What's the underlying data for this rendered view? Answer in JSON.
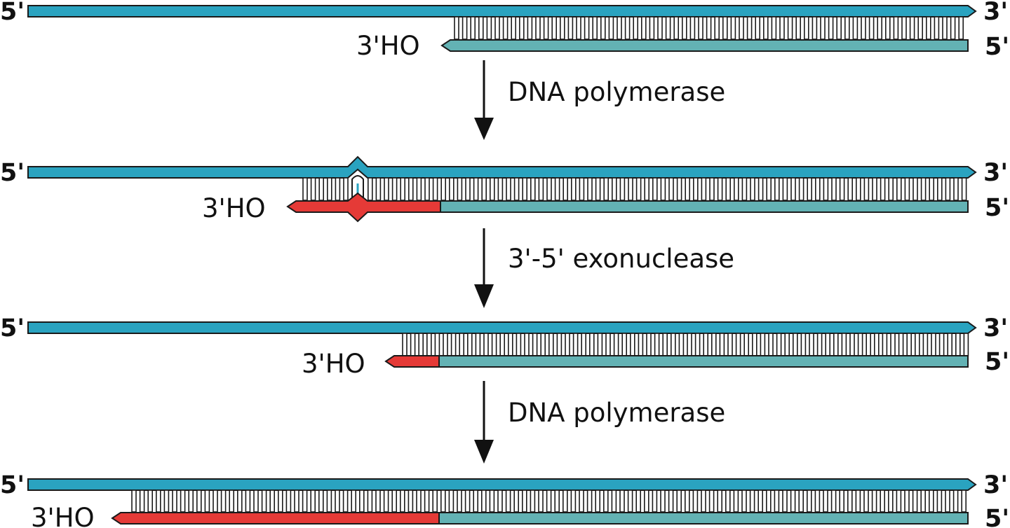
{
  "colors": {
    "template_strand": "#2aa3c0",
    "primer_strand": "#63b2b4",
    "new_synthesis": "#e53a37",
    "outline": "#1a1a1a",
    "arrow": "#111111"
  },
  "end_labels": {
    "five_prime": "5'",
    "three_prime": "3'",
    "three_prime_oh": "3'HO"
  },
  "steps": [
    {
      "label": "DNA polymerase"
    },
    {
      "label": "3'-5' exonuclease"
    },
    {
      "label": "DNA polymerase"
    }
  ],
  "panels": [
    {
      "name": "primer-template-initial",
      "has_new_synthesis": false,
      "has_mismatch": false
    },
    {
      "name": "extended-with-mismatch",
      "has_new_synthesis": true,
      "has_mismatch": true
    },
    {
      "name": "after-exonuclease-proofreading",
      "has_new_synthesis": true,
      "has_mismatch": false
    },
    {
      "name": "re-extended",
      "has_new_synthesis": true,
      "has_mismatch": false
    }
  ]
}
